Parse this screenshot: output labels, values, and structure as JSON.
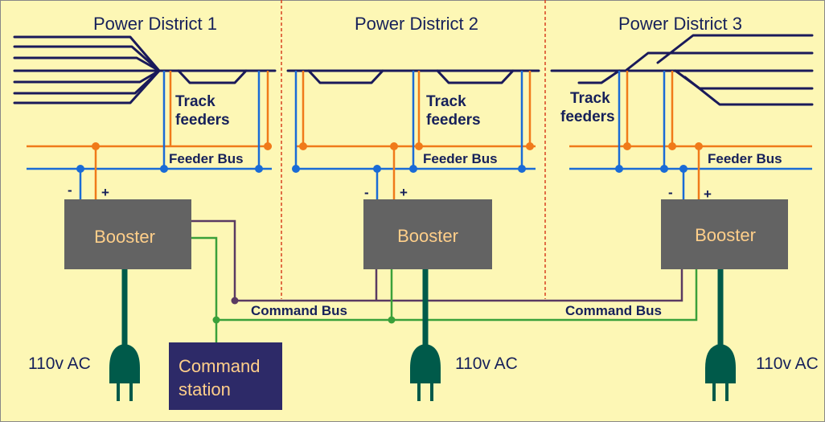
{
  "colors": {
    "background": "#fdf7b5",
    "border": "#888888",
    "district_divider": "#d84020",
    "track": "#1a1a5a",
    "feeder_positive": "#f07a1a",
    "feeder_negative": "#1a6bd6",
    "label_text": "#16205a",
    "booster_fill": "#636363",
    "booster_text": "#ffcf8a",
    "command_bus_purple": "#5a3a62",
    "command_bus_green": "#3aa03a",
    "power_cord": "#005a4a",
    "command_station_fill": "#2d2a68",
    "command_station_text": "#ffcf8a"
  },
  "districts": [
    {
      "title": "Power District 1",
      "track_feeders_label_line1": "Track",
      "track_feeders_label_line2": "feeders",
      "feeder_bus_label": "Feeder Bus",
      "minus_label": "-",
      "plus_label": "+",
      "booster_label": "Booster",
      "ac_label": "110v AC"
    },
    {
      "title": "Power District 2",
      "track_feeders_label_line1": "Track",
      "track_feeders_label_line2": "feeders",
      "feeder_bus_label": "Feeder Bus",
      "minus_label": "-",
      "plus_label": "+",
      "booster_label": "Booster",
      "ac_label": "110v AC"
    },
    {
      "title": "Power District 3",
      "track_feeders_label_line1": "Track",
      "track_feeders_label_line2": "feeders",
      "feeder_bus_label": "Feeder Bus",
      "minus_label": "-",
      "plus_label": "+",
      "booster_label": "Booster",
      "ac_label": "110v AC"
    }
  ],
  "command_bus_label_1": "Command Bus",
  "command_bus_label_2": "Command Bus",
  "command_station": {
    "line1": "Command",
    "line2": "station"
  }
}
